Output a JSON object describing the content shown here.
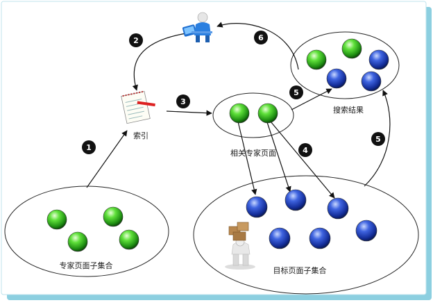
{
  "labels": {
    "expert_set": "专家页面子集合",
    "target_set": "目标页面子集合",
    "related": "相关专家页面",
    "index": "索引",
    "results": "搜索结果"
  },
  "steps": [
    "1",
    "2",
    "3",
    "4",
    "5",
    "5",
    "6"
  ],
  "icons": {
    "user": "user-at-computer-icon",
    "index": "index-notepad-icon",
    "worker": "worker-carrying-boxes-icon"
  },
  "colors": {
    "green_node": "#3fbf2a",
    "blue_node": "#1b3fb8",
    "frame_shadow": "#8ccfe0",
    "step_badge": "#111111"
  }
}
